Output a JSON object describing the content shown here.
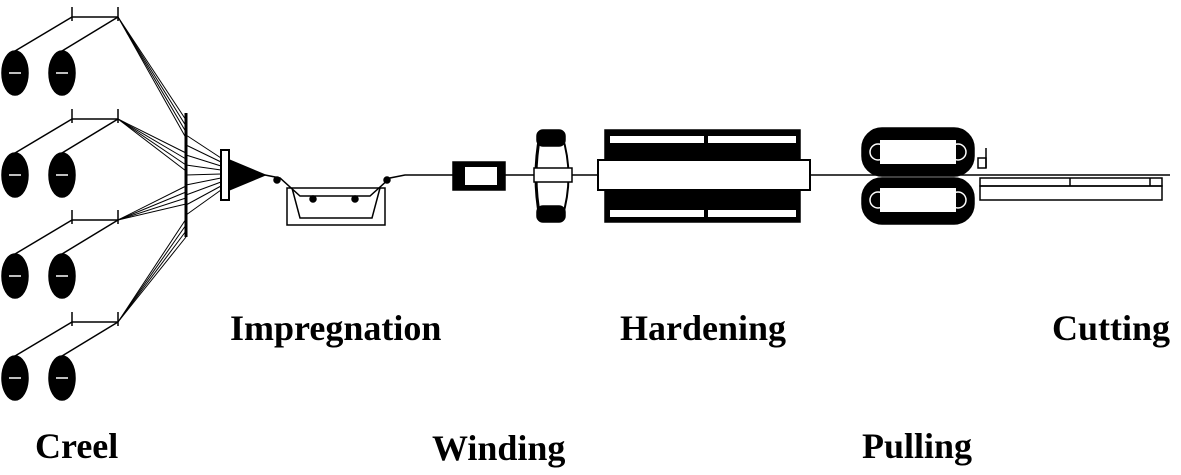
{
  "labels": {
    "creel": "Creel",
    "impregnation": "Impregnation",
    "winding": "Winding",
    "hardening": "Hardening",
    "pulling": "Pulling",
    "cutting": "Cutting"
  },
  "colors": {
    "ink": "#000000",
    "background": "#ffffff"
  }
}
